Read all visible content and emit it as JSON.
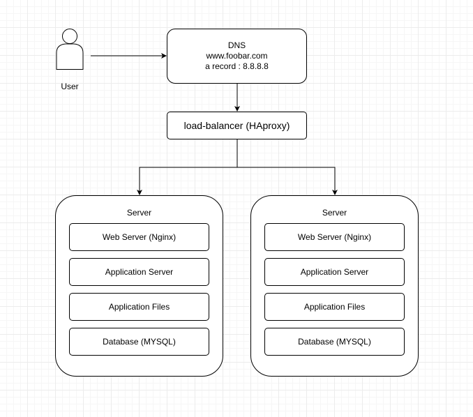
{
  "user": {
    "label": "User",
    "icon": "person-icon"
  },
  "dns": {
    "title": "DNS",
    "domain": "www.foobar.com",
    "record": "a record : 8.8.8.8"
  },
  "load_balancer": {
    "label": "load-balancer (HAproxy)"
  },
  "servers": [
    {
      "title": "Server",
      "components": [
        "Web Server (Nginx)",
        "Application Server",
        "Application Files",
        "Database (MYSQL)"
      ]
    },
    {
      "title": "Server",
      "components": [
        "Web Server (Nginx)",
        "Application Server",
        "Application Files",
        "Database (MYSQL)"
      ]
    }
  ],
  "colors": {
    "stroke": "#000000",
    "background": "#ffffff",
    "grid": "#ececec"
  }
}
